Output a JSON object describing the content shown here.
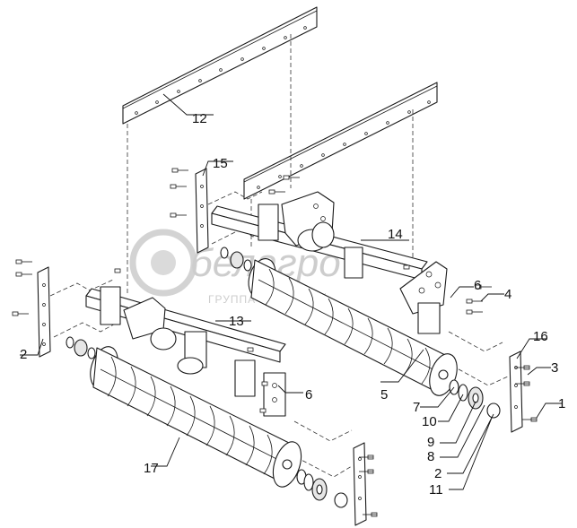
{
  "watermark": {
    "logo_text": "белагро",
    "tagline": "ГРУППА КОМПАНИЙ",
    "color": "#c8c8c8"
  },
  "callouts": [
    {
      "id": "c12",
      "label": "12"
    },
    {
      "id": "c15",
      "label": "15"
    },
    {
      "id": "c14",
      "label": "14"
    },
    {
      "id": "c13",
      "label": "13"
    },
    {
      "id": "c6a",
      "label": "6"
    },
    {
      "id": "c4",
      "label": "4"
    },
    {
      "id": "c16",
      "label": "16"
    },
    {
      "id": "c3",
      "label": "3"
    },
    {
      "id": "c1",
      "label": "1"
    },
    {
      "id": "c2a",
      "label": "2"
    },
    {
      "id": "c5",
      "label": "5"
    },
    {
      "id": "c7",
      "label": "7"
    },
    {
      "id": "c10",
      "label": "10"
    },
    {
      "id": "c9",
      "label": "9"
    },
    {
      "id": "c8",
      "label": "8"
    },
    {
      "id": "c2b",
      "label": "2"
    },
    {
      "id": "c11",
      "label": "11"
    },
    {
      "id": "c6b",
      "label": "6"
    },
    {
      "id": "c17",
      "label": "17"
    }
  ]
}
